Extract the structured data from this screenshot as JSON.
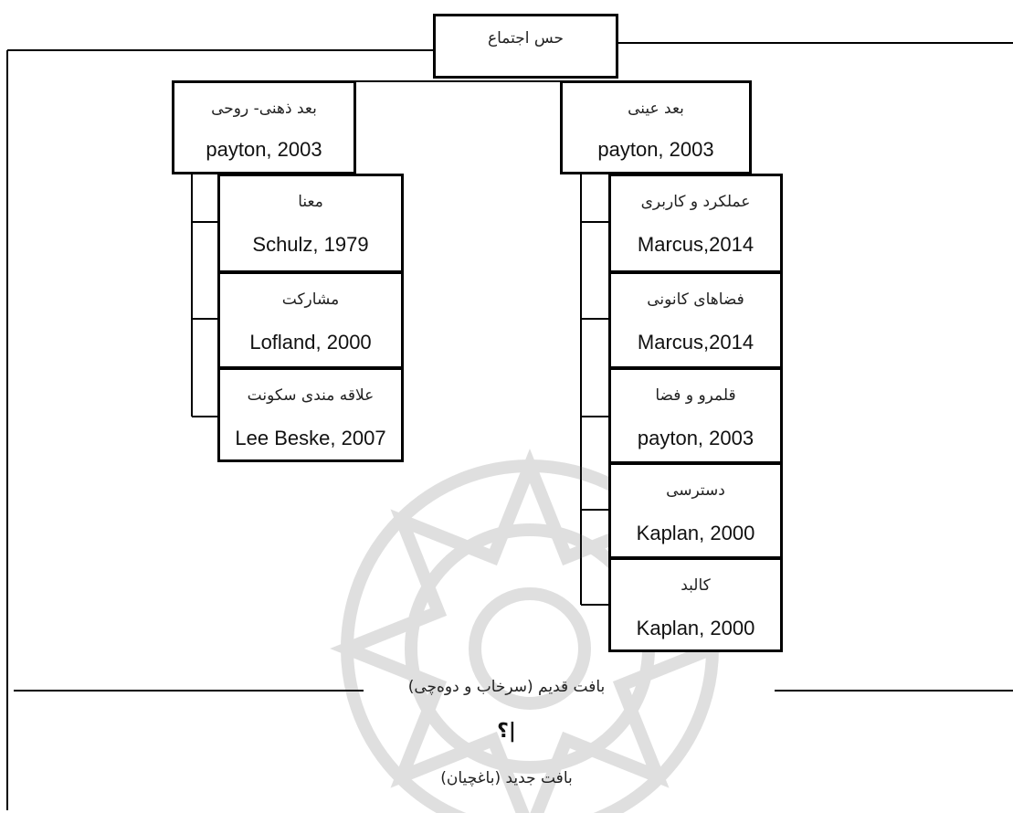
{
  "root": {
    "label": "حس اجتماع"
  },
  "left_dimension": {
    "title": "بعد ذهنی- روحی",
    "citation": "payton, 2003",
    "items": [
      {
        "title": "معنا",
        "citation": "Schulz, 1979"
      },
      {
        "title": "مشارکت",
        "citation": "Lofland, 2000"
      },
      {
        "title": "علاقه مندی سکونت",
        "citation": "Lee Beske, 2007"
      }
    ]
  },
  "right_dimension": {
    "title": "بعد عینی",
    "citation": "payton, 2003",
    "items": [
      {
        "title": "عملکرد و کاربری",
        "citation": "Marcus,2014"
      },
      {
        "title": "فضاهای کانونی",
        "citation": "Marcus,2014"
      },
      {
        "title": "قلمرو و فضا",
        "citation": "payton, 2003"
      },
      {
        "title": "دسترسی",
        "citation": "Kaplan, 2000"
      },
      {
        "title": "کالبد",
        "citation": "Kaplan, 2000"
      }
    ]
  },
  "bottom": {
    "old_fabric": "بافت قدیم (سرخاب و دوه‌چی)",
    "question": "؟|",
    "new_fabric": "بافت جدید (باغچیان)"
  }
}
